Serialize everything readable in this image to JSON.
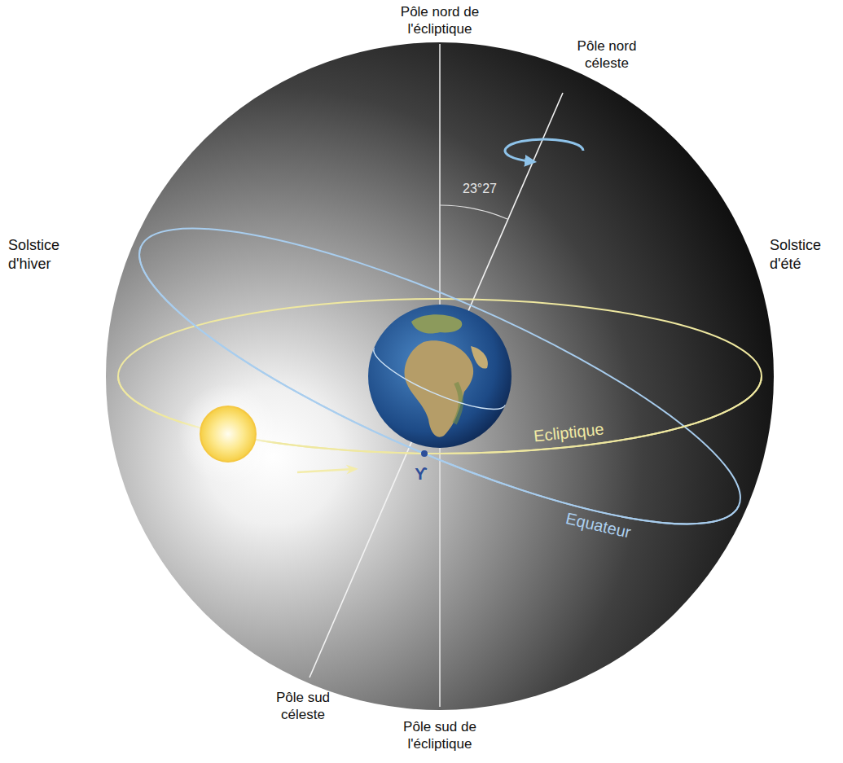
{
  "diagram": {
    "labels": [
      "Pôle nord de l'écliptique",
      "Pôle nord céleste",
      "23°27",
      "Solstice d'hiver",
      "Solstice d'été",
      "Ecliptique",
      "Equateur",
      "ϒ",
      "Pôle sud céleste",
      "Pôle sud de l'écliptique"
    ]
  }
}
